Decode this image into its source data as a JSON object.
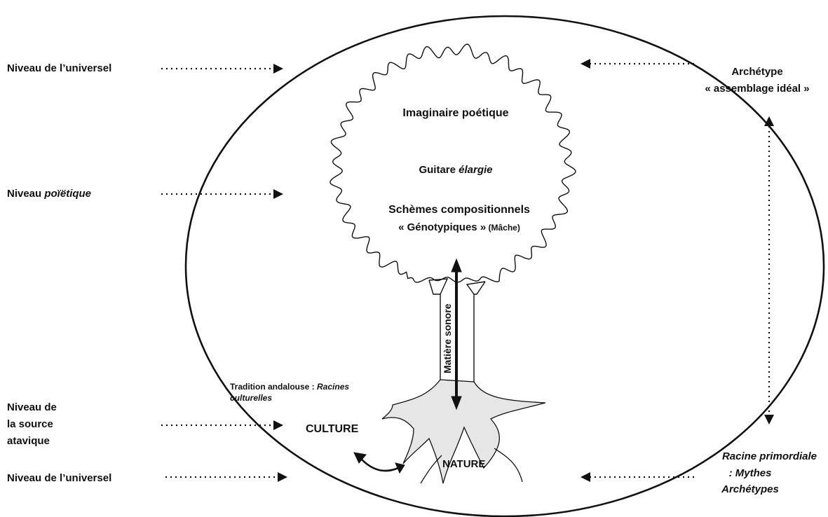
{
  "left_levels": {
    "universel_top": "Niveau de l’universel",
    "poietique_prefix": "Niveau ",
    "poietique_italic": "poïëtique",
    "source_line1": "Niveau de",
    "source_line2": "la source",
    "source_line3": "atavique",
    "universel_bottom": "Niveau de l’universel"
  },
  "right_side": {
    "archetype_line1": "Archétype",
    "archetype_line2": "« assemblage idéal »",
    "racine_line1": "Racine primordiale",
    "racine_line2": ": Mythes",
    "racine_line3": "Archétypes"
  },
  "tree": {
    "imaginaire": "Imaginaire poétique",
    "guitare_prefix": "Guitare ",
    "guitare_italic": "élargie",
    "schemes": "Schèmes compositionnels",
    "genotypiques": "« Génotypiques »",
    "mache": " (Mâche)",
    "matiere": "Matière sonore",
    "tradition_prefix": "Tradition andalouse : ",
    "tradition_italic1": "Racines",
    "tradition_italic2": "culturelles",
    "culture": "CULTURE",
    "nature": "NATURE"
  },
  "colors": {
    "ink": "#111111",
    "roots_fill": "#e6e6e6",
    "background": "#ffffff"
  }
}
